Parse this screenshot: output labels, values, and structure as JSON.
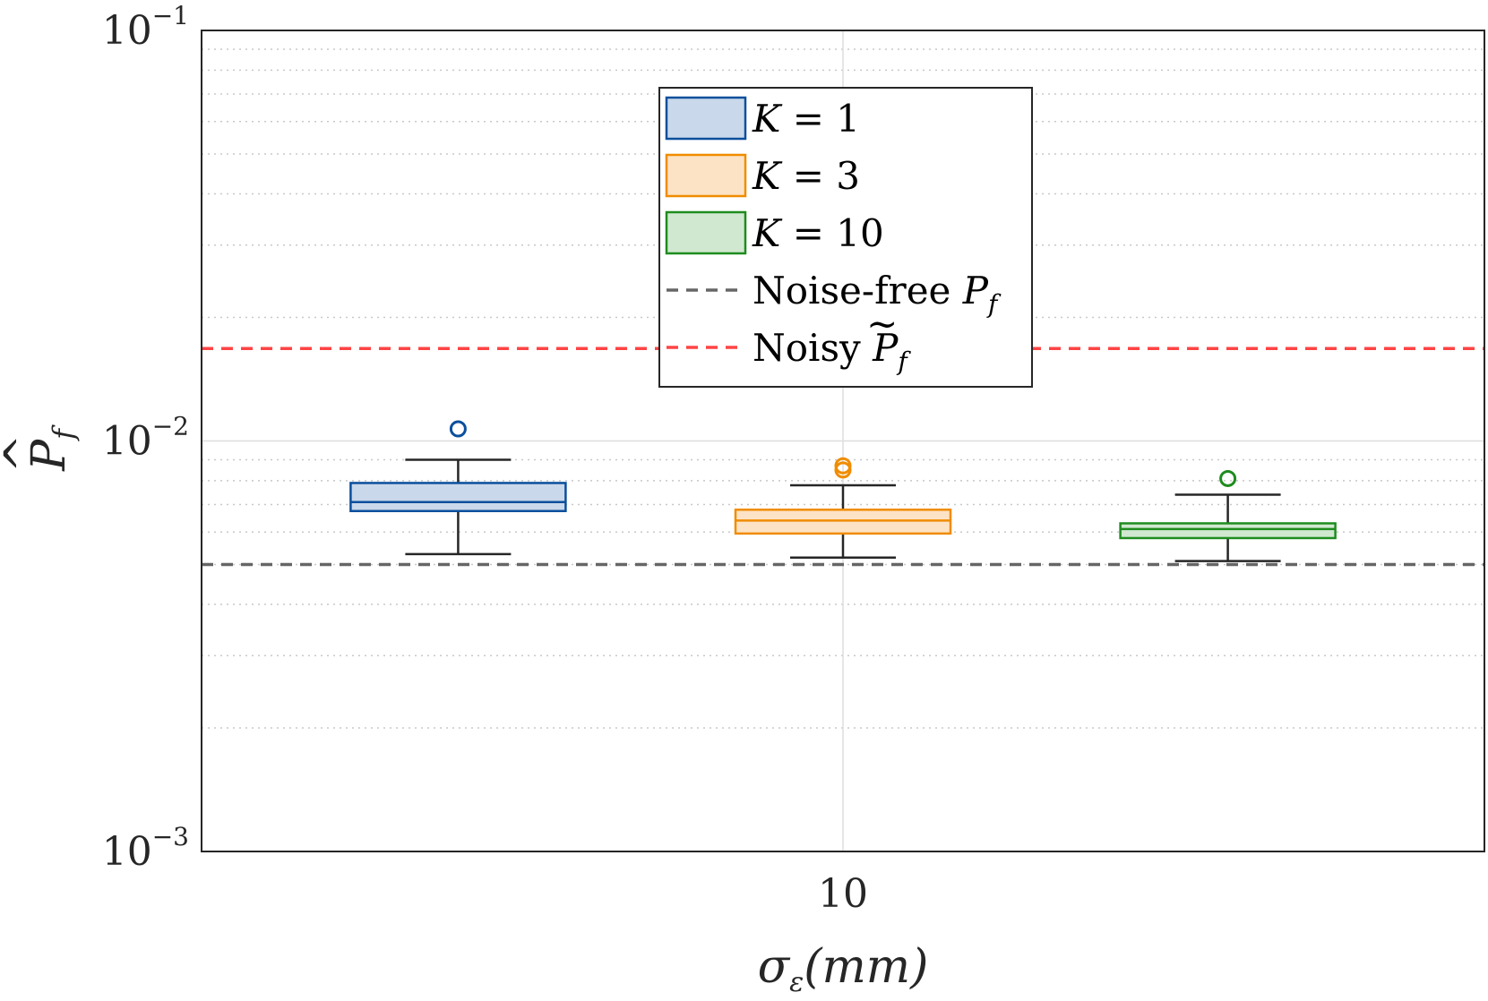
{
  "chart_data": {
    "type": "box",
    "yscale": "log",
    "ylim": [
      0.001,
      0.1
    ],
    "y_ticks": [
      {
        "value": 0.1,
        "base": "10",
        "exp": "−1"
      },
      {
        "value": 0.01,
        "base": "10",
        "exp": "−2"
      },
      {
        "value": 0.001,
        "base": "10",
        "exp": "−3"
      }
    ],
    "x_tick": "10",
    "xlabel": {
      "main": "σ",
      "sub": "ε",
      "rest": "(mm)"
    },
    "ylabel": {
      "main": "P",
      "sub": "f",
      "accent": "^"
    },
    "grid": true,
    "legend_position": "top-center",
    "series": [
      {
        "name": "K = 1",
        "label_italic": "K",
        "label_rest": " = 1",
        "color": "#0b4f9c",
        "fill": "#c9d8ea",
        "whisker_low": 0.0053,
        "q1": 0.00675,
        "median": 0.0071,
        "q3": 0.0079,
        "whisker_high": 0.009,
        "outliers": [
          0.0107
        ]
      },
      {
        "name": "K = 3",
        "label_italic": "K",
        "label_rest": " = 3",
        "color": "#f08c00",
        "fill": "#fde3c6",
        "whisker_low": 0.0052,
        "q1": 0.00595,
        "median": 0.0064,
        "q3": 0.0068,
        "whisker_high": 0.0078,
        "outliers": [
          0.0085,
          0.0087
        ]
      },
      {
        "name": "K = 10",
        "label_italic": "K",
        "label_rest": " = 10",
        "color": "#1e8c1e",
        "fill": "#d0e8d0",
        "whisker_low": 0.0051,
        "q1": 0.0058,
        "median": 0.0061,
        "q3": 0.0063,
        "whisker_high": 0.0074,
        "outliers": [
          0.0081
        ]
      }
    ],
    "reference_lines": [
      {
        "name": "Noise-free P_f",
        "label_text": "Noise-free ",
        "label_italic": "P",
        "label_sub": "f",
        "tilde": false,
        "value": 0.005,
        "color": "#666666"
      },
      {
        "name": "Noisy P̃_f",
        "label_text": "Noisy ",
        "label_italic": "P",
        "label_sub": "f",
        "tilde": true,
        "value": 0.0168,
        "color": "#ff4444"
      }
    ]
  }
}
